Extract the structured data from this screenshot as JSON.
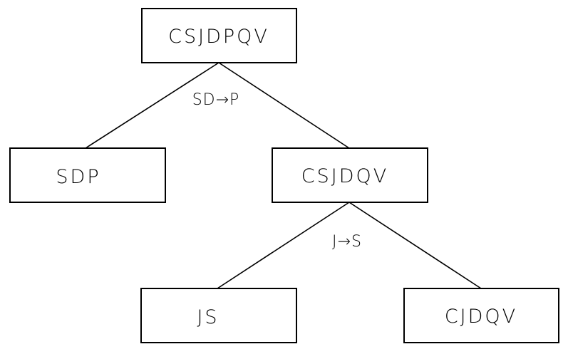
{
  "tree": {
    "nodes": {
      "root": {
        "label": "CSJDPQV"
      },
      "left": {
        "label": "SDP"
      },
      "right": {
        "label": "CSJDQV"
      },
      "right_left": {
        "label": "JS"
      },
      "right_right": {
        "label": "CJDQV"
      }
    },
    "edges": {
      "root_split": {
        "label": "SD→P"
      },
      "right_split": {
        "label": "J→S"
      }
    }
  }
}
